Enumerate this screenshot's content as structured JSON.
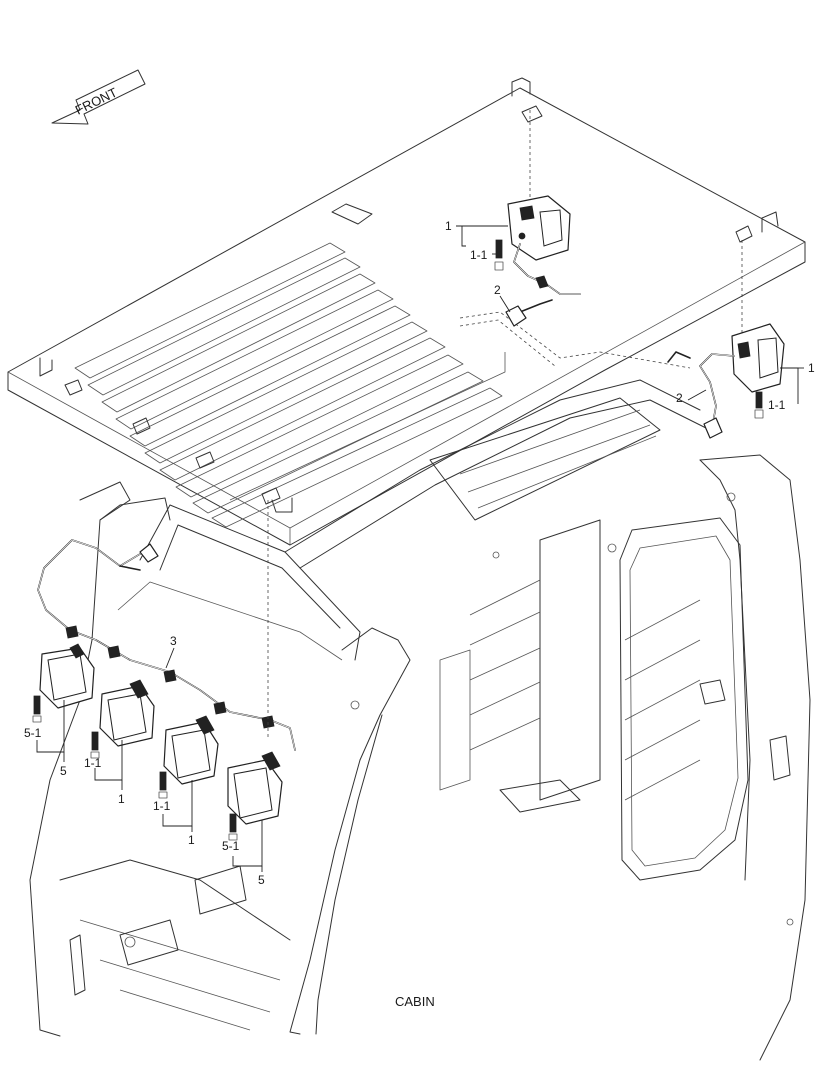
{
  "front_arrow": {
    "label": "FRONT"
  },
  "caption": "CABIN",
  "callouts": {
    "work_lamp_rear_left": "1",
    "bulb_rear_left": "1-1",
    "harness_rear_left": "2",
    "work_lamp_rear_right": "1",
    "bulb_rear_right": "1-1",
    "harness_rear_right": "2",
    "front_harness": "3",
    "front_lamp_a_bulb": "5-1",
    "front_lamp_a": "5",
    "front_lamp_b_bulb": "1-1",
    "front_lamp_b": "1",
    "front_lamp_c_bulb": "1-1",
    "front_lamp_c": "1",
    "front_lamp_d_bulb": "5-1",
    "front_lamp_d": "5"
  }
}
